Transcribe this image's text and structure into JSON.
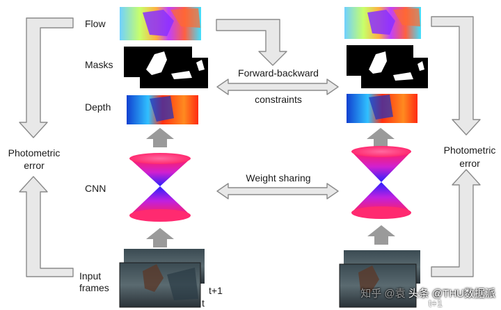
{
  "labels": {
    "flow": "Flow",
    "masks": "Masks",
    "depth": "Depth",
    "cnn": "CNN",
    "input_frames_line1": "Input",
    "input_frames_line2": "frames",
    "photometric_left_line1": "Photometric",
    "photometric_left_line2": "error",
    "photometric_right_line1": "Photometric",
    "photometric_right_line2": "error",
    "forward_backward_line1": "Forward-backward",
    "forward_backward_line2": "constraints",
    "weight_sharing": "Weight sharing",
    "frame_t_plus_1_left": "t+1",
    "frame_t_left": "t",
    "frame_t_right_line": "t+1"
  },
  "watermark": {
    "faded": "知乎 @袁",
    "text": "头条 @THU数据派"
  },
  "colors": {
    "arrow_fill": "#e8e8e8",
    "arrow_stroke": "#8a8a8a",
    "solid_arrow": "#9a9a9a",
    "cone_top": "#ff2060",
    "cone_mid": "#8a20e0",
    "cone_low": "#2a20ff"
  }
}
